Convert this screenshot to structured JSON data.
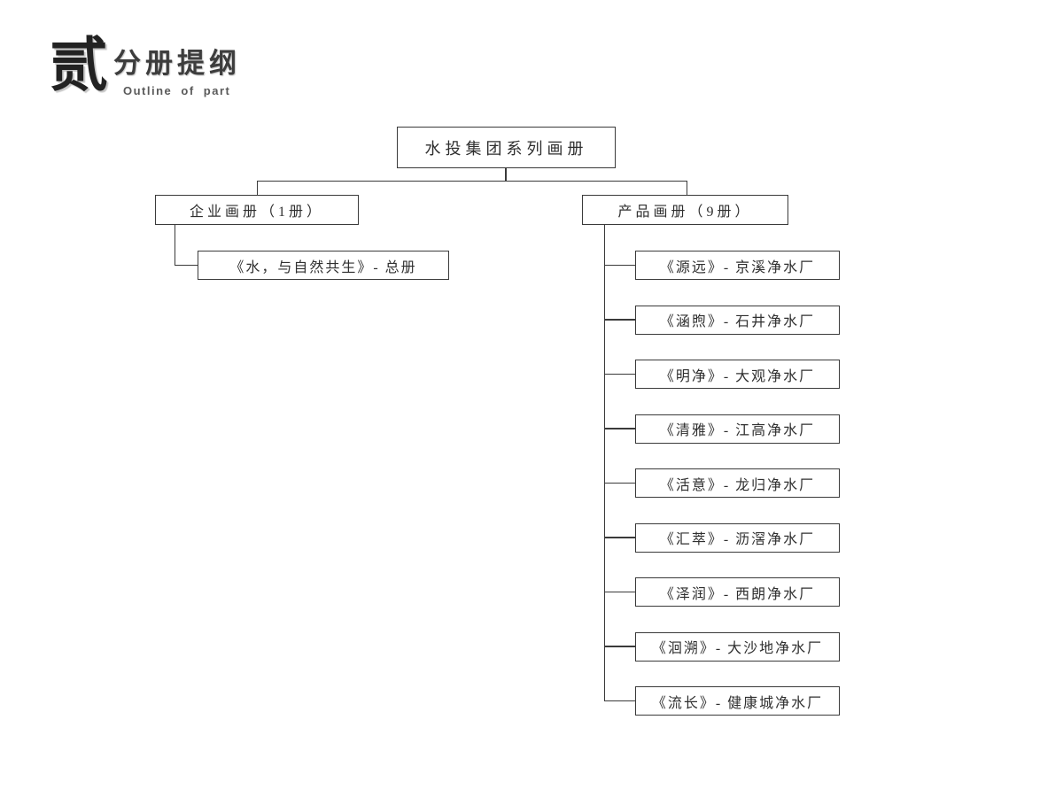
{
  "logo": {
    "numeral": "贰",
    "title": "分册提纲",
    "subtitle": "Outline  of  part"
  },
  "tree": {
    "root": "水投集团系列画册",
    "branches": [
      {
        "label": "企业画册（1册）",
        "children": [
          "《水，与自然共生》- 总册"
        ]
      },
      {
        "label": "产品画册（9册）",
        "children": [
          "《源远》- 京溪净水厂",
          "《涵煦》- 石井净水厂",
          "《明净》- 大观净水厂",
          "《清雅》- 江高净水厂",
          "《活意》- 龙归净水厂",
          "《汇萃》- 沥滘净水厂",
          "《泽润》- 西朗净水厂",
          "《洄溯》- 大沙地净水厂",
          "《流长》- 健康城净水厂"
        ]
      }
    ]
  },
  "colors": {
    "background": "#ffffff",
    "line": "#3a3a3a",
    "text": "#2f2f2f"
  }
}
